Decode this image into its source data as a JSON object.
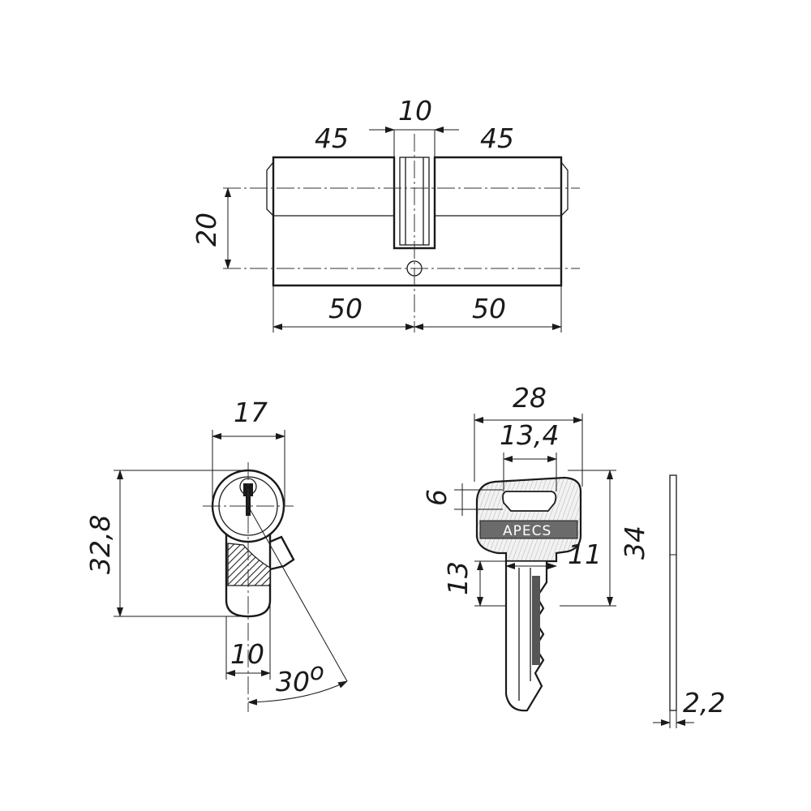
{
  "top_view": {
    "dim_left_cam": "45",
    "dim_cam": "10",
    "dim_right_cam": "45",
    "dim_height": "20",
    "dim_left_body": "50",
    "dim_right_body": "50"
  },
  "profile_view": {
    "dim_width": "17",
    "dim_height": "32,8",
    "dim_bottom": "10",
    "dim_angle": "30",
    "dim_angle_unit": "o"
  },
  "key_view": {
    "dim_head_width": "28",
    "dim_hole_width": "13,4",
    "dim_hole_height": "6",
    "dim_length": "34",
    "dim_shoulder": "11",
    "dim_blade_top": "13",
    "dim_thickness": "2,2",
    "brand": "APECS"
  }
}
